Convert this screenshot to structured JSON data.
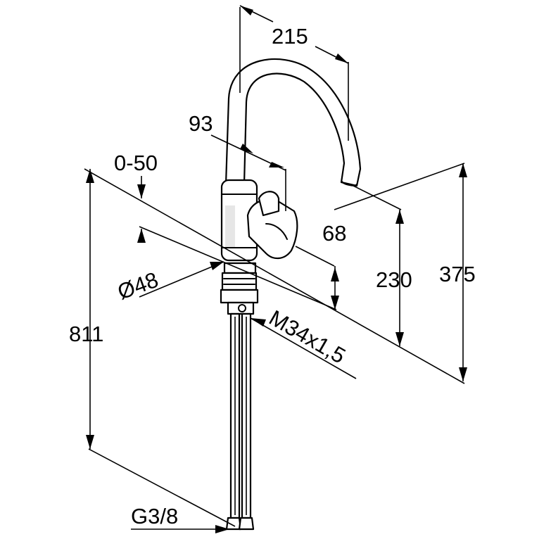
{
  "diagram": {
    "dimensions": {
      "reach": "215",
      "handle_offset": "93",
      "swivel_range": "0-50",
      "base_height": "68",
      "outlet_height": "230",
      "total_height": "375",
      "connection_length": "811",
      "base_diameter": "Ø48",
      "thread": "M34x1,5",
      "hose_thread": "G3/8"
    }
  }
}
